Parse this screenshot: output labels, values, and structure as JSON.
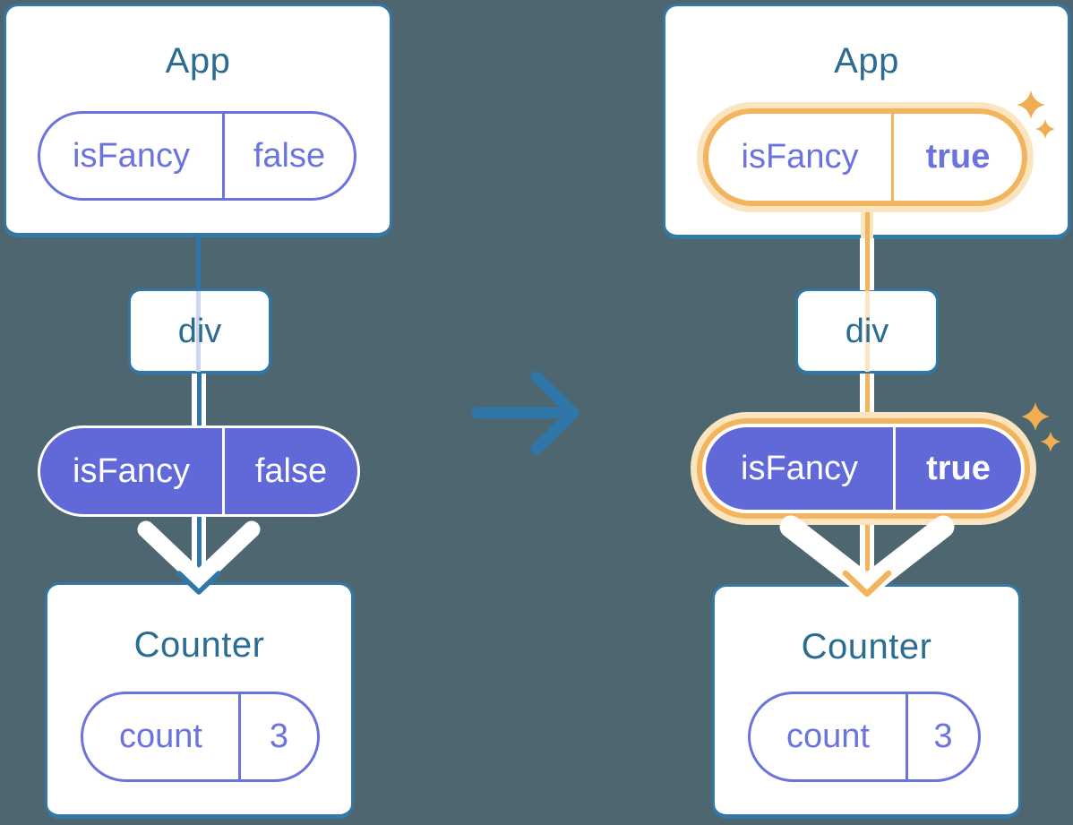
{
  "diagram": {
    "left": {
      "app_title": "App",
      "app_prop_name": "isFancy",
      "app_prop_value": "false",
      "div_label": "div",
      "pill_prop_name": "isFancy",
      "pill_prop_value": "false",
      "counter_title": "Counter",
      "counter_prop_name": "count",
      "counter_prop_value": "3"
    },
    "right": {
      "app_title": "App",
      "app_prop_name": "isFancy",
      "app_prop_value": "true",
      "div_label": "div",
      "pill_prop_name": "isFancy",
      "pill_prop_value": "true",
      "counter_title": "Counter",
      "counter_prop_name": "count",
      "counter_prop_value": "3"
    },
    "icons": {
      "transition": "right-arrow",
      "highlight": "sparkles",
      "flow": "down-chevron-arrow"
    },
    "colors": {
      "background": "#4D6670",
      "card_border": "#3478A8",
      "title_text": "#2B6D92",
      "purple_fill": "#6169D9",
      "purple_outline": "#6B74DC",
      "blue_line": "#2E77A8",
      "orange_ring": "#F2B45C",
      "orange_halo": "#FBE5C1",
      "sparkle": "#F0AD52",
      "faded_line_left": "#CCD6F1",
      "faded_line_right": "#FAE4C3",
      "white": "#FFFFFF"
    }
  }
}
